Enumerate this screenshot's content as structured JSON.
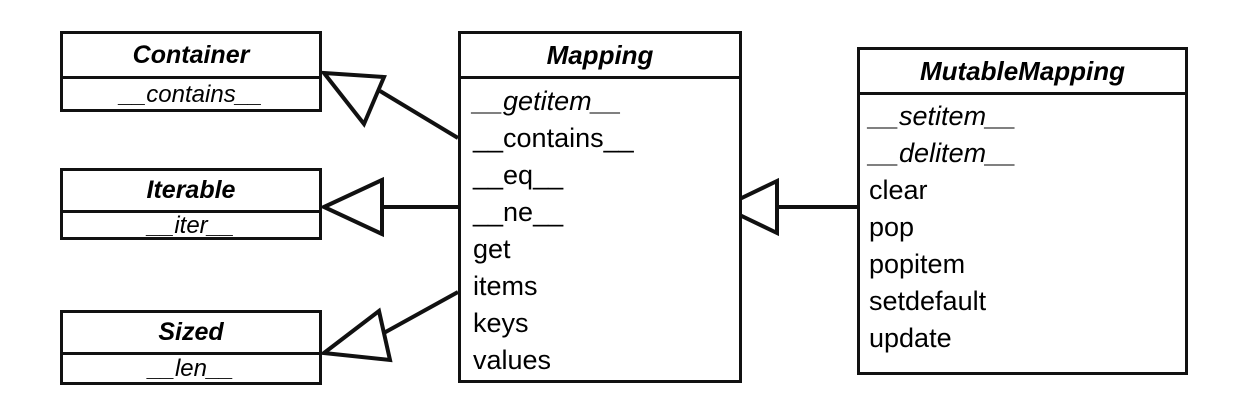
{
  "diagram": {
    "type": "uml-class-diagram",
    "title": "Python collections.abc Mapping hierarchy",
    "background_color": "#ffffff",
    "line_color": "#111111",
    "classes": [
      {
        "id": "container",
        "name": "Container",
        "abstract": true,
        "members": [
          {
            "label": "__contains__",
            "abstract": true
          }
        ]
      },
      {
        "id": "iterable",
        "name": "Iterable",
        "abstract": true,
        "members": [
          {
            "label": "__iter__",
            "abstract": true
          }
        ]
      },
      {
        "id": "sized",
        "name": "Sized",
        "abstract": true,
        "members": [
          {
            "label": "__len__",
            "abstract": true
          }
        ]
      },
      {
        "id": "mapping",
        "name": "Mapping",
        "abstract": true,
        "members": [
          {
            "label": "__getitem__",
            "abstract": true
          },
          {
            "label": "__contains__",
            "abstract": false
          },
          {
            "label": "__eq__",
            "abstract": false
          },
          {
            "label": "__ne__",
            "abstract": false
          },
          {
            "label": "get",
            "abstract": false
          },
          {
            "label": "items",
            "abstract": false
          },
          {
            "label": "keys",
            "abstract": false
          },
          {
            "label": "values",
            "abstract": false
          }
        ]
      },
      {
        "id": "mutablemapping",
        "name": "MutableMapping",
        "abstract": true,
        "members": [
          {
            "label": "__setitem__",
            "abstract": true
          },
          {
            "label": "__delitem__",
            "abstract": true
          },
          {
            "label": "clear",
            "abstract": false
          },
          {
            "label": "pop",
            "abstract": false
          },
          {
            "label": "popitem",
            "abstract": false
          },
          {
            "label": "setdefault",
            "abstract": false
          },
          {
            "label": "update",
            "abstract": false
          }
        ]
      }
    ],
    "relationships": [
      {
        "kind": "generalization",
        "from": "mapping",
        "to": "container"
      },
      {
        "kind": "generalization",
        "from": "mapping",
        "to": "iterable"
      },
      {
        "kind": "generalization",
        "from": "mapping",
        "to": "sized"
      },
      {
        "kind": "generalization",
        "from": "mutablemapping",
        "to": "mapping"
      }
    ]
  }
}
